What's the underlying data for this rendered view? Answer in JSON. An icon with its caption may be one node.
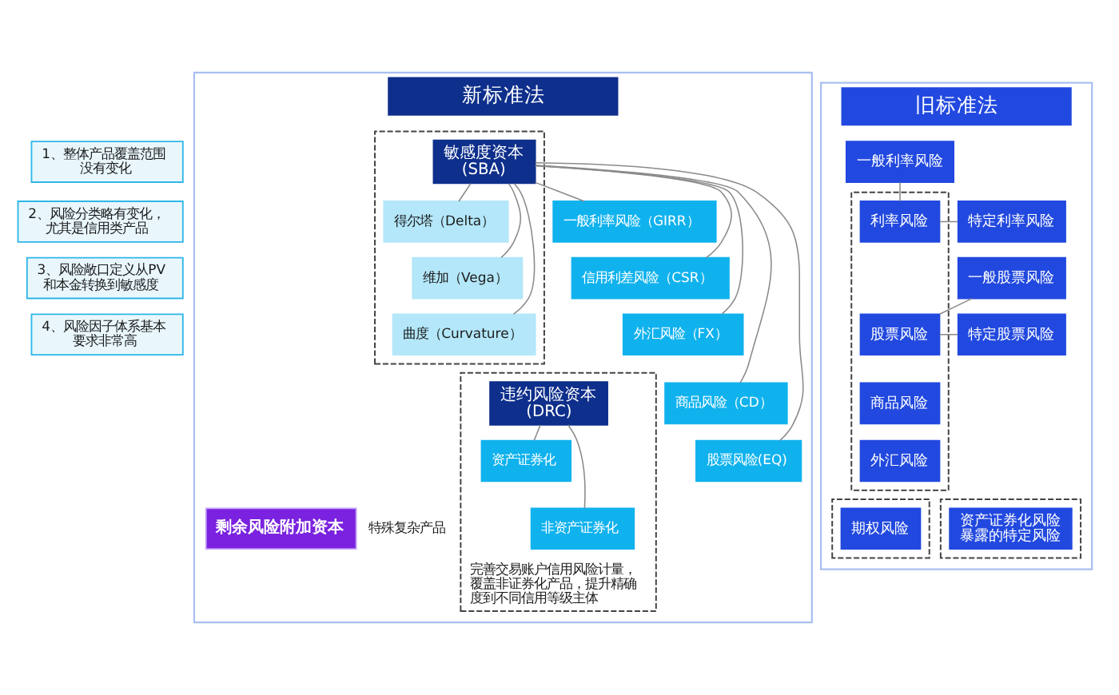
{
  "diagram": {
    "nodes": [
      {
        "text": [
          "1、整体产品覆盖范围没有变化"
        ]
      },
      {
        "text": [
          "2、风险分类略有变化，尤其是信用类产品"
        ]
      },
      {
        "text": [
          "3、风险敞口定义从PV和本金转换到敏感度"
        ]
      },
      {
        "text": [
          "4、风险因子体系基本要求非常高"
        ]
      },
      {
        "text": [
          "新标准法"
        ]
      },
      {
        "text": [],
        "shape": "box",
        "in": 4
      },
      {
        "text": [
          "敏感度资本 (SBA)"
        ],
        "in": 5
      },
      {
        "text": [
          "得尔塔（Delta）"
        ],
        "in": 5
      },
      {
        "text": [
          "维加（Vega）"
        ],
        "in": 5
      },
      {
        "text": [
          "曲度（Curvature）"
        ],
        "in": 5
      },
      {
        "text": [
          "一般利率风险（GIRR）"
        ],
        "in": 4
      },
      {
        "text": [
          "信用利差风险（CSR）"
        ],
        "in": 4
      },
      {
        "text": [
          "外汇风险（FX）"
        ],
        "in": 4
      },
      {
        "text": [
          "商品风险（CD）"
        ],
        "in": 4
      },
      {
        "text": [
          "股票风险(EQ)"
        ],
        "in": 4
      },
      {
        "text": [
          "完善交易账户信用风险计量，覆盖非证券化产品，提升精确度到不同信用等级主体"
        ],
        "in": 4
      },
      {
        "text": [
          "违约风险资本 (DRC)"
        ],
        "in": 15
      },
      {
        "text": [
          "资产证券化"
        ],
        "in": 15
      },
      {
        "text": [
          "非资产证券化"
        ],
        "in": 15
      },
      {
        "text": [
          "剩余风险附加资本"
        ],
        "beside": [
          "特殊复杂产品"
        ],
        "in": 4
      },
      {
        "text": [
          "旧标准法"
        ]
      },
      {
        "text": [
          "一般利率风险"
        ],
        "in": 20
      },
      {
        "text": [
          "特定利率风险"
        ],
        "in": 20
      },
      {
        "text": [
          "一般股票风险"
        ],
        "in": 20
      },
      {
        "text": [
          "特定股票风险"
        ],
        "in": 20
      },
      {
        "text": [],
        "shape": "box",
        "in": 20
      },
      {
        "text": [
          "利率风险"
        ],
        "in": 25
      },
      {
        "text": [
          "股票风险"
        ],
        "in": 25
      },
      {
        "text": [
          "商品风险"
        ],
        "in": 25
      },
      {
        "text": [
          "外汇风险"
        ],
        "in": 25
      },
      {
        "text": [],
        "shape": "box",
        "in": 20
      },
      {
        "text": [
          "期权风险"
        ],
        "in": 30
      },
      {
        "text": [],
        "shape": "box",
        "in": 20
      },
      {
        "text": [
          "资产证券化风险暴露的特定风险"
        ],
        "in": 32
      }
    ],
    "edges": [
      {
        "from": 6,
        "to": 10,
        "arrow": "none"
      },
      {
        "from": 6,
        "to": 11,
        "arrow": "none"
      },
      {
        "from": 6,
        "to": 12,
        "arrow": "none"
      },
      {
        "from": 6,
        "to": 13,
        "arrow": "none"
      },
      {
        "from": 6,
        "to": 14,
        "arrow": "none"
      },
      {
        "from": 6,
        "to": 7,
        "arrow": "none"
      },
      {
        "from": 6,
        "to": 8,
        "arrow": "none"
      },
      {
        "from": 6,
        "to": 9,
        "arrow": "none"
      },
      {
        "from": 16,
        "to": 17,
        "arrow": "none"
      },
      {
        "from": 16,
        "to": 18,
        "arrow": "none"
      },
      {
        "from": 21,
        "to": 26,
        "arrow": "none"
      },
      {
        "from": 22,
        "to": 26,
        "arrow": "none"
      },
      {
        "from": 23,
        "to": 27,
        "arrow": "none"
      },
      {
        "from": 24,
        "to": 27,
        "arrow": "none"
      }
    ]
  }
}
